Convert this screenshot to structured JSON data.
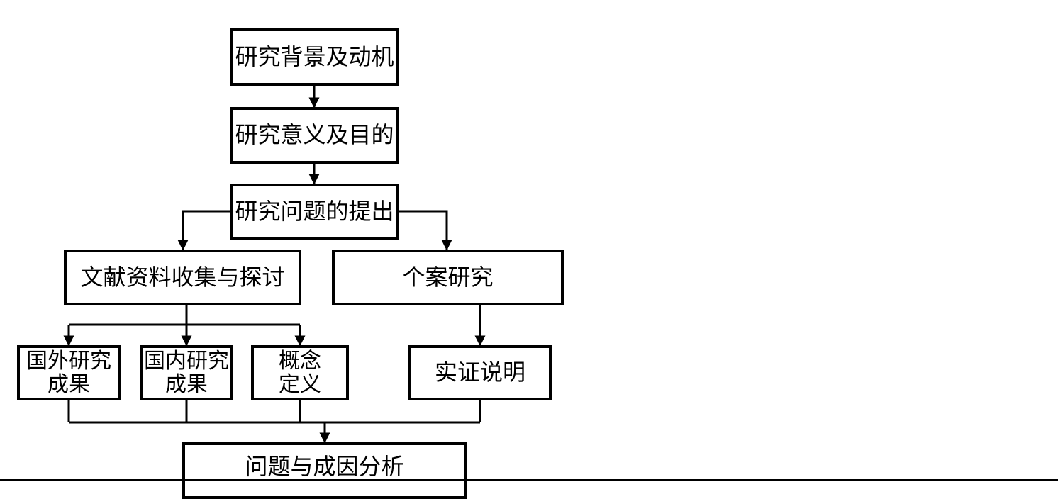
{
  "nodes": {
    "background": "研究背景及动机",
    "significance": "研究意义及目的",
    "question": "研究问题的提出",
    "literature": "文献资料收集与探讨",
    "case_study": "个案研究",
    "foreign": {
      "line1": "国外研究",
      "line2": "成果"
    },
    "domestic": {
      "line1": "国内研究",
      "line2": "成果"
    },
    "concept": {
      "line1": "概念",
      "line2": "定义"
    },
    "empirical": "实证说明",
    "analysis": "问题与成因分析"
  },
  "colors": {
    "stroke": "#000000",
    "background": "#ffffff"
  }
}
